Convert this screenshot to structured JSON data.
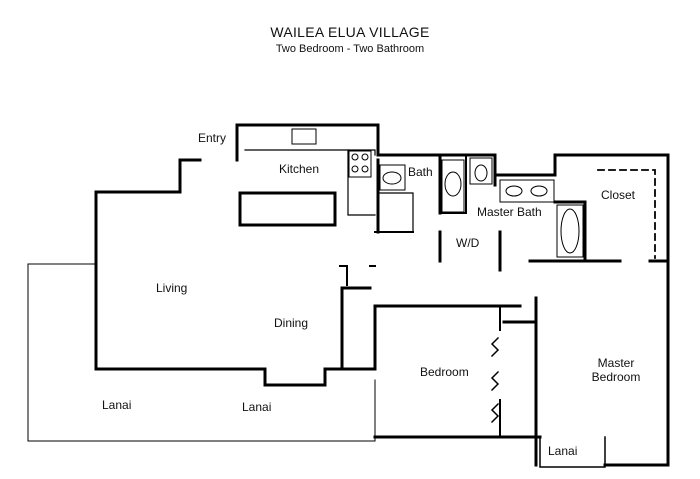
{
  "header": {
    "title": "WAILEA ELUA VILLAGE",
    "subtitle": "Two Bedroom - Two Bathroom"
  },
  "rooms": {
    "entry": "Entry",
    "kitchen": "Kitchen",
    "bath": "Bath",
    "master_bath": "Master Bath",
    "closet": "Closet",
    "wd": "W/D",
    "living": "Living",
    "dining": "Dining",
    "bedroom": "Bedroom",
    "master_bedroom_line1": "Master",
    "master_bedroom_line2": "Bedroom",
    "lanai_left": "Lanai",
    "lanai_center": "Lanai",
    "lanai_right": "Lanai"
  }
}
